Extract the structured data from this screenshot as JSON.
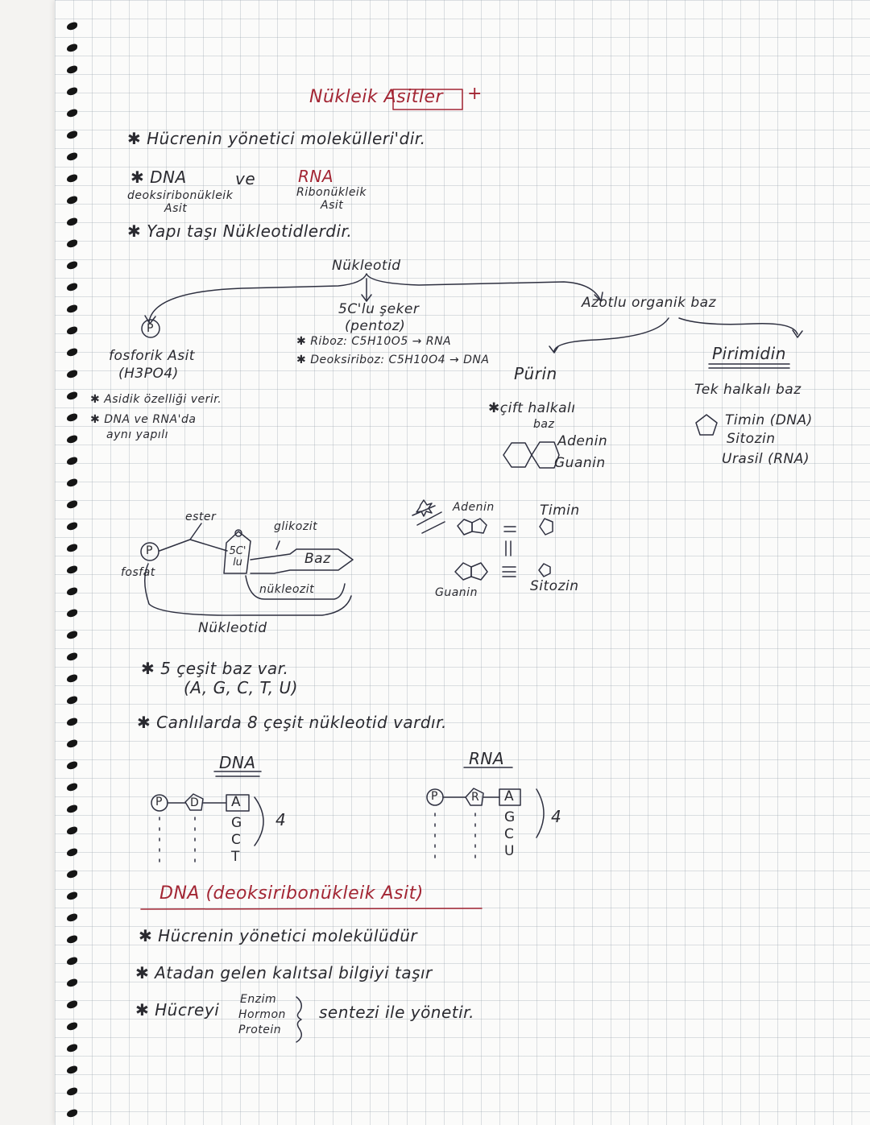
{
  "title": "Nükleik Asitler",
  "title_mark": "+",
  "intro": "Hücrenin yönetici molekülleri'dir.",
  "dna_label": "DNA",
  "ve_label": "ve",
  "rna_label": "RNA",
  "dna_full_line1": "deoksiribonükleik",
  "dna_full_line2": "Asit",
  "rna_full_line1": "Ribonükleik",
  "rna_full_line2": "Asit",
  "yapi_tasi": "Yapı taşı Nükleotidlerdir.",
  "nukleotid_heading": "Nükleotid",
  "phosphate_symbol": "P",
  "fosforik_line1": "fosforik Asit",
  "fosforik_line2": "(H3PO4)",
  "asidik": "Asidik özelliği verir.",
  "dna_rna_line1": "DNA ve RNA'da",
  "dna_rna_line2": "aynı yapılı",
  "seker_line1": "5C'lu şeker",
  "seker_line2": "(pentoz)",
  "riboz": "Riboz: C5H10O5 → RNA",
  "deoksiriboz": "Deoksiriboz: C5H10O4 → DNA",
  "azotlu_baz": "Azotlu organik baz",
  "purin": "Pürin",
  "purin_desc_line1": "çift halkalı",
  "purin_desc_line2": "baz",
  "purin_adenin": "Adenin",
  "purin_guanin": "Guanin",
  "pirimidin": "Pirimidin",
  "pirimidin_desc": "Tek halkalı baz",
  "timin": "Timin (DNA)",
  "sitozin": "Sitozin",
  "urasil": "Urasil (RNA)",
  "ester": "ester",
  "glikozit": "glikozit",
  "fosfat": "fosfat",
  "sugar_label_line1": "5C'",
  "sugar_label_line2": "lu",
  "baz_box": "Baz",
  "nukleozit": "nükleozit",
  "nukleotid_bottom": "Nükleotid",
  "pair_adenin": "Adenin",
  "pair_timin": "Timin",
  "pair_guanin": "Guanin",
  "pair_sitozin": "Sitozin",
  "bes_cesit": "5 çeşit baz var.",
  "bazlar": "(A, G, C, T, U)",
  "canlilarda": "Canlılarda 8 çeşit nükleotid vardır.",
  "dna_heading": "DNA",
  "rna_heading": "RNA",
  "dna_sugar": "D",
  "rna_sugar": "R",
  "dna_bases": [
    "A",
    "G",
    "C",
    "T"
  ],
  "rna_bases": [
    "A",
    "G",
    "C",
    "U"
  ],
  "count_dna": "4",
  "count_rna": "4",
  "dna_section_title": "DNA (deoksiribonükleik Asit)",
  "bullet_1": "Hücrenin yönetici molekülüdür",
  "bullet_2": "Atadan gelen kalıtsal bilgiyi taşır",
  "bullet_3_lead": "Hücreyi",
  "bullet_3_items": [
    "Enzim",
    "Hormon",
    "Protein"
  ],
  "bullet_3_tail": "sentezi ile yönetir.",
  "ink_color": "#2e3040",
  "accent_red": "#a32634"
}
